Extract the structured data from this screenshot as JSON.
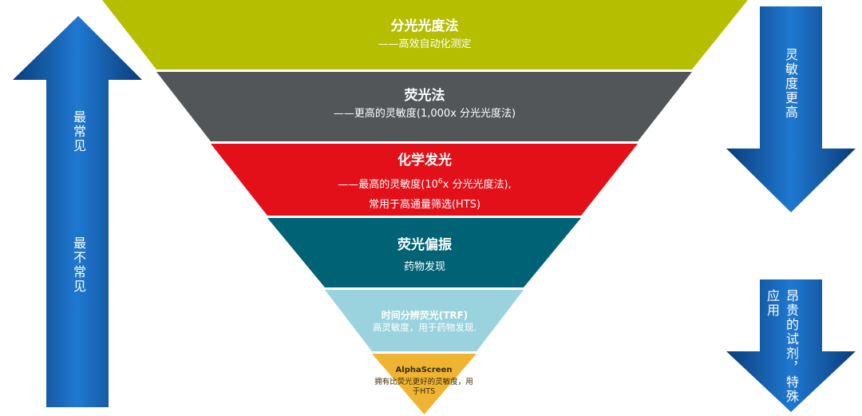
{
  "pyramid": {
    "level1": {
      "title": "分光光度法",
      "subtitle": "——高效自动化测定",
      "color": "#b5bf00"
    },
    "level2": {
      "title": "荧光法",
      "subtitle": "——更高的灵敏度(1,000x 分光光度法)",
      "color": "#525659"
    },
    "level3": {
      "title": "化学发光",
      "subtitle_pre": "——最高的灵敏度(10",
      "subtitle_sup": "6",
      "subtitle_post": "x 分光光度法),",
      "subtitle2": "常用于高通量筛选(HTS)",
      "color": "#e3101a"
    },
    "level4": {
      "title": "荧光偏振",
      "subtitle": "药物发现",
      "color": "#006375"
    },
    "level5": {
      "title": "时间分辨荧光(TRF)",
      "subtitle": "高灵敏度，用于药物发现.",
      "color": "#9ad3dd"
    },
    "level6": {
      "title": "AlphaScreen",
      "subtitle": "拥有比荧光更好的灵敏度，用于HTS",
      "color": "#f0b433"
    }
  },
  "left_arrow": {
    "top_label": "最常见",
    "bottom_label": "最不常见",
    "color": "#1565c0"
  },
  "right_arrows": {
    "upper_label": "灵敏度更高",
    "lower_label": "昂贵的试剂，特殊应用",
    "color": "#1565c0"
  }
}
